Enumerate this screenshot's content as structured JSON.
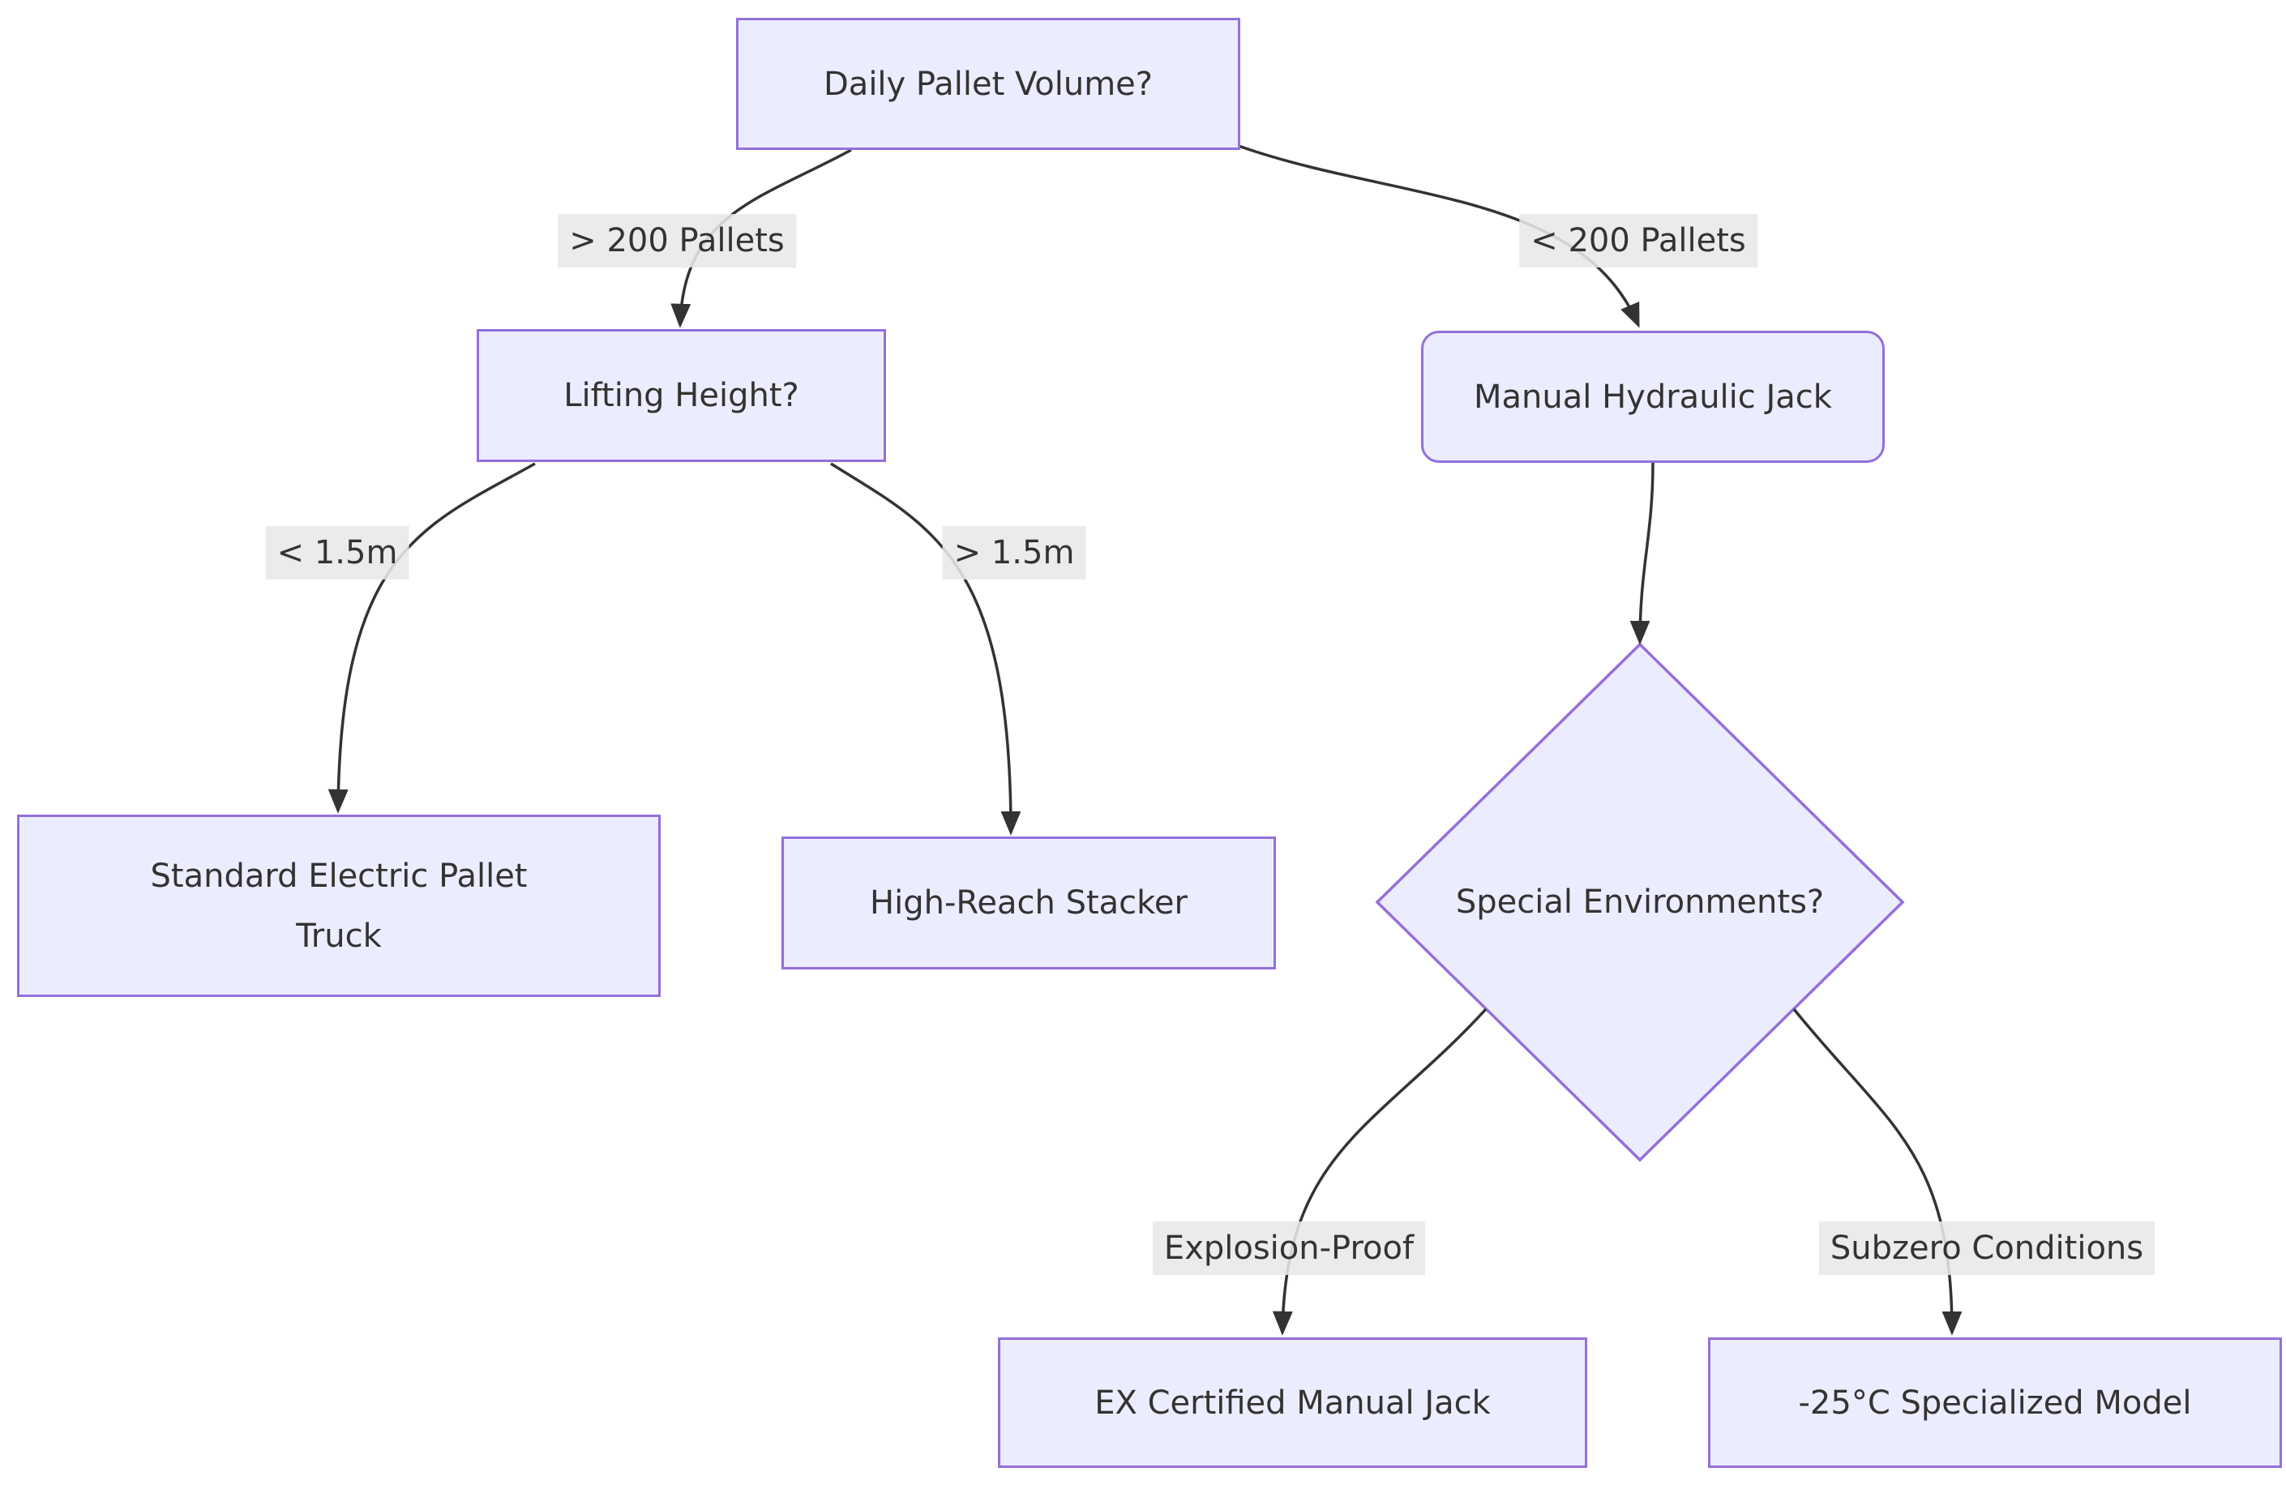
{
  "diagram": {
    "type": "flowchart",
    "nodes": {
      "daily_volume": {
        "label": "Daily Pallet Volume?",
        "shape": "rect"
      },
      "lifting_height": {
        "label": "Lifting Height?",
        "shape": "rect"
      },
      "manual_jack": {
        "label": "Manual Hydraulic Jack",
        "shape": "rounded-rect"
      },
      "special_env": {
        "label": "Special Environments?",
        "shape": "diamond"
      },
      "standard_truck": {
        "label": "Standard Electric Pallet Truck",
        "line1": "Standard Electric Pallet",
        "line2": "Truck",
        "shape": "rect"
      },
      "high_reach": {
        "label": "High-Reach Stacker",
        "shape": "rect"
      },
      "ex_jack": {
        "label": "EX Certified Manual Jack",
        "shape": "rect"
      },
      "subzero_model": {
        "label": "-25°C Specialized Model",
        "shape": "rect"
      }
    },
    "edge_labels": {
      "gt200": "> 200 Pallets",
      "lt200": "< 200 Pallets",
      "lt15": "< 1.5m",
      "gt15": "> 1.5m",
      "explosion": "Explosion-Proof",
      "subzero": "Subzero Conditions"
    },
    "edges": [
      {
        "from": "daily_volume",
        "to": "lifting_height",
        "label": "> 200 Pallets"
      },
      {
        "from": "daily_volume",
        "to": "manual_jack",
        "label": "< 200 Pallets"
      },
      {
        "from": "lifting_height",
        "to": "standard_truck",
        "label": "< 1.5m"
      },
      {
        "from": "lifting_height",
        "to": "high_reach",
        "label": "> 1.5m"
      },
      {
        "from": "manual_jack",
        "to": "special_env",
        "label": ""
      },
      {
        "from": "special_env",
        "to": "ex_jack",
        "label": "Explosion-Proof"
      },
      {
        "from": "special_env",
        "to": "subzero_model",
        "label": "Subzero Conditions"
      }
    ],
    "colors": {
      "node-fill": "#ECECFF",
      "node-border": "#9370DB",
      "edge": "#333333",
      "text": "#333333",
      "edge-label-bg": "#e8e8e8",
      "background": "#ffffff"
    }
  }
}
